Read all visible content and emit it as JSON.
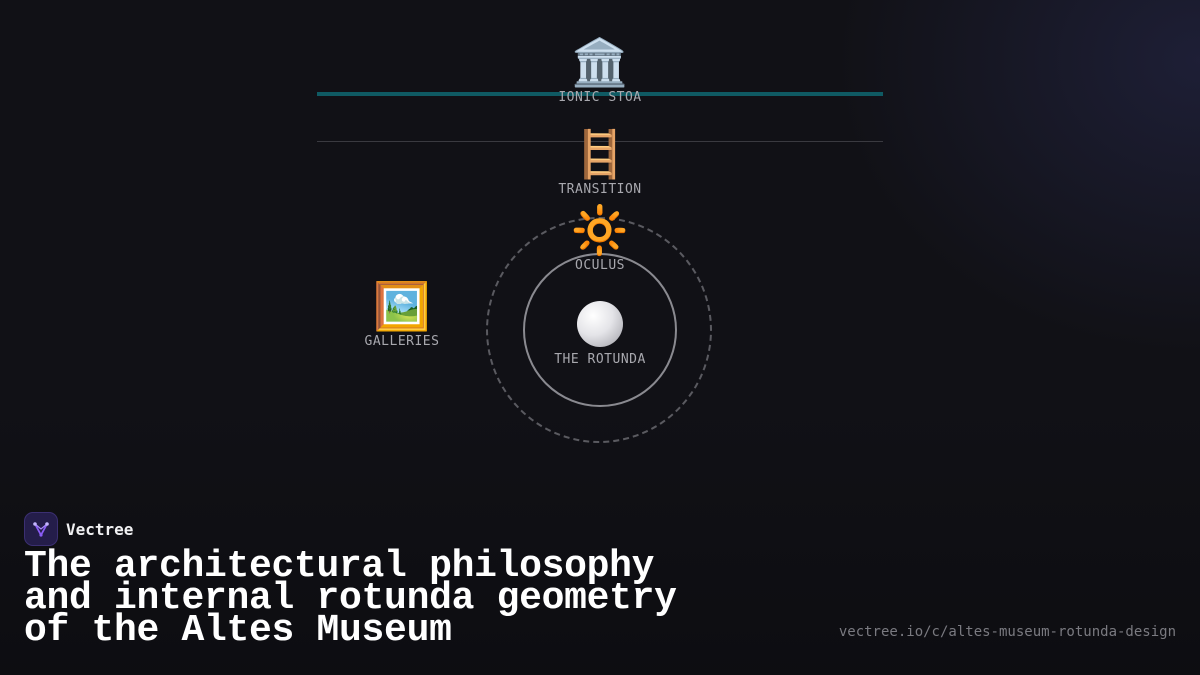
{
  "diagram": {
    "nodes": [
      {
        "id": "stoa",
        "label": "IONIC STOA",
        "icon": "classical-building-icon"
      },
      {
        "id": "transition",
        "label": "TRANSITION",
        "icon": "ladder-icon"
      },
      {
        "id": "oculus",
        "label": "OCULUS",
        "icon": "sun-icon"
      },
      {
        "id": "galleries",
        "label": "GALLERIES",
        "icon": "framed-picture-icon"
      },
      {
        "id": "rotunda",
        "label": "THE ROTUNDA",
        "icon": "sphere-icon"
      }
    ],
    "colors": {
      "accent_line": "#0f5a63",
      "divider": "#3a3a40",
      "ring_outer": "#5a5a60",
      "ring_inner": "#8a8a90"
    }
  },
  "brand": {
    "name": "Vectree",
    "logo_icon": "vectree-logo-icon",
    "logo_color": "#8b5cf6"
  },
  "headline": "The architectural philosophy and internal rotunda geometry of the Altes Museum",
  "url": "vectree.io/c/altes-museum-rotunda-design"
}
